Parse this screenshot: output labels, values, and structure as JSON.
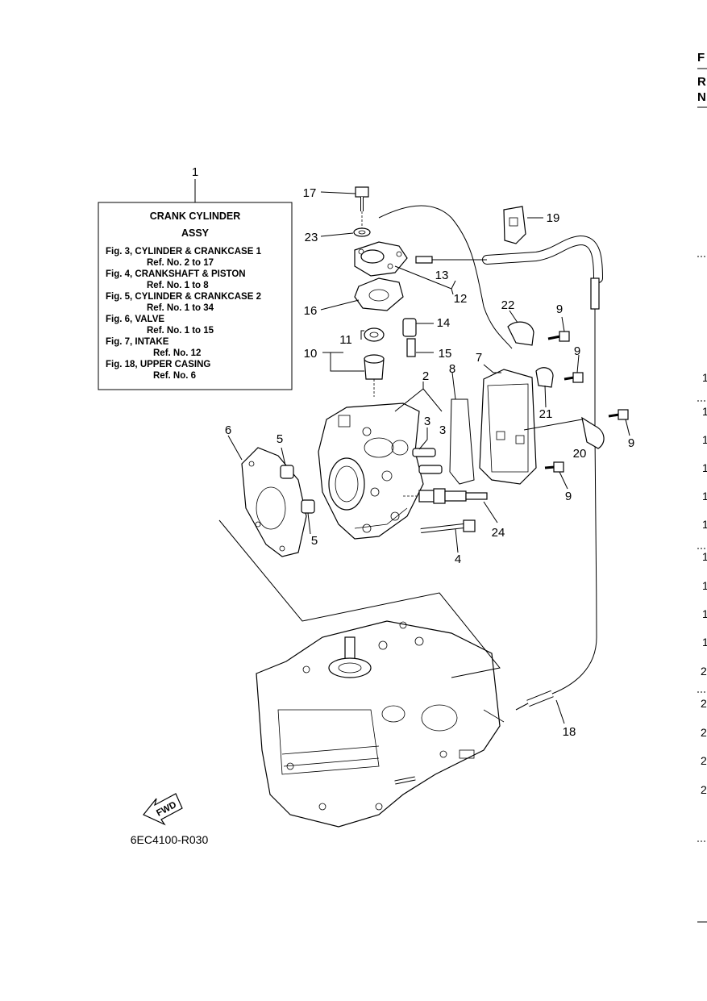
{
  "ref_box": {
    "title_line1": "CRANK CYLINDER",
    "title_line2": "ASSY",
    "lines": [
      "Fig. 3, CYLINDER & CRANKCASE 1",
      "Ref. No. 2 to 17",
      "Fig. 4, CRANKSHAFT & PISTON",
      "Ref. No. 1 to 8",
      "Fig. 5, CYLINDER & CRANKCASE 2",
      "Ref. No. 1 to 34",
      "Fig. 6, VALVE",
      "Ref. No. 1 to 15",
      "Fig. 7, INTAKE",
      "Ref. No. 12",
      "Fig. 18, UPPER CASING",
      "Ref. No. 6"
    ]
  },
  "callouts": {
    "c1": "1",
    "c2": "2",
    "c3a": "3",
    "c3b": "3",
    "c4": "4",
    "c5a": "5",
    "c5b": "5",
    "c6": "6",
    "c7": "7",
    "c8": "8",
    "c9a": "9",
    "c9b": "9",
    "c9c": "9",
    "c9d": "9",
    "c10": "10",
    "c11": "11",
    "c12": "12",
    "c13": "13",
    "c14": "14",
    "c15": "15",
    "c16": "16",
    "c17": "17",
    "c18": "18",
    "c19": "19",
    "c20": "20",
    "c21": "21",
    "c22": "22",
    "c23": "23",
    "c24": "24"
  },
  "fwd_label": "FWD",
  "diagram_code": "6EC4100-R030",
  "right_margin": {
    "headers": [
      "F",
      "R",
      "N"
    ],
    "numbers": [
      "1",
      "1",
      "1",
      "1",
      "1",
      "1",
      "1",
      "1",
      "1",
      "1",
      "2",
      "2",
      "2",
      "2",
      "2"
    ]
  }
}
